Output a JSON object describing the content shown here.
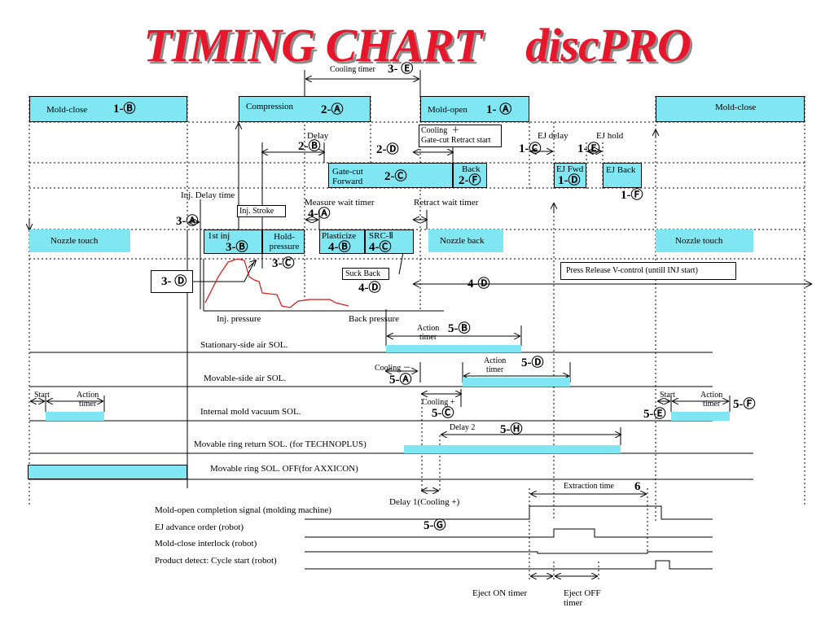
{
  "title": "TIMING CHART    discPRO",
  "blocks": {
    "mold_close_1": "Mold-close",
    "mold_close_1_code": "1-Ⓑ",
    "compression": "Compression",
    "compression_code": "2-Ⓐ",
    "mold_open": "Mold-open",
    "mold_open_code": "1- Ⓐ",
    "mold_close_2": "Mold-close",
    "cooling_gatecut": "Cooling  ＋\nGate-cut Retract start",
    "gate_cut_forward": "Gate-cut\nForward",
    "gate_cut_code": "2-Ⓒ",
    "back": "Back",
    "back_code": "2-Ⓕ",
    "ej_fwd": "EJ Fwd",
    "ej_fwd_code": "1-Ⓓ",
    "ej_back": "EJ Back",
    "first_inj": "1st inj",
    "first_inj_code": "3-Ⓑ",
    "hold_pressure": "Hold-\npressure",
    "plasticize": "Plasticize",
    "plasticize_code": "4-Ⓑ",
    "src": "SRC-Ⅱ",
    "src_code": "4-Ⓒ",
    "nozzle_touch_1": "Nozzle touch",
    "nozzle_back": "Nozzle back",
    "nozzle_touch_2": "Nozzle touch"
  },
  "labels": {
    "cooling_timer": "Cooling timer",
    "cooling_timer_code": "3- Ⓔ",
    "delay": "Delay",
    "delay_code": "2-Ⓑ",
    "code_2d": "2-Ⓓ",
    "ej_delay": "EJ delay",
    "ej_delay_code": "1-Ⓒ",
    "ej_hold": "EJ hold",
    "ej_hold_code": "1-Ⓔ",
    "code_1f": "1-Ⓕ",
    "inj_delay_time": "Inj. Delay time",
    "code_3a": "3-Ⓐ",
    "inj_stroke": "Inj. Stroke",
    "measure_wait_timer": "Measure wait timer",
    "code_4a": "4-Ⓐ",
    "retract_wait_timer": "Retract wait timer",
    "code_3c": "3-Ⓒ",
    "code_3d": "3- Ⓓ",
    "suck_back": "Suck Back",
    "code_4d": "4-Ⓓ",
    "press_release": "Press Release V-control (untill INJ start)",
    "code_4d_2": "4-Ⓓ",
    "inj_pressure": "Inj. pressure",
    "back_pressure": "Back pressure",
    "action_timer_5b": "Action\ntimer",
    "code_5b": "5-Ⓑ",
    "stationary_air": "Stationary-side air SOL.",
    "cooling_minus": "Cooling －",
    "code_5a": "5-Ⓐ",
    "action_timer_5d": "Action\ntimer",
    "code_5d": "5-Ⓓ",
    "movable_air": "Movable-side air SOL.",
    "start_1": "Start",
    "action_timer_1": "Action\ntimer",
    "cooling_plus": "Cooling +",
    "code_5c": "5-Ⓒ",
    "internal_vacuum": "Internal mold vacuum SOL.",
    "start_2": "Start",
    "action_timer_2": "Action\ntimer",
    "code_5f": "5-Ⓕ",
    "code_5e": "5-Ⓔ",
    "delay_2": "Delay 2",
    "code_5h": "5-Ⓗ",
    "movable_ring_return": "Movable ring return SOL. (for TECHNOPLUS)",
    "movable_ring_off": "Movable ring SOL. OFF(for AXXICON)",
    "extraction_time": "Extraction time",
    "code_6": "6",
    "delay_1": "Delay 1(Cooling +)",
    "mold_open_signal": "Mold-open completion signal (molding machine)",
    "ej_advance": "EJ advance order (robot)",
    "code_5g": "5-Ⓖ",
    "mold_close_interlock": "Mold-close interlock (robot)",
    "product_detect": "Product detect: Cycle start (robot)",
    "eject_on_timer": "Eject ON timer",
    "eject_off_timer": "Eject OFF\ntimer"
  },
  "colors": {
    "title": "#e8162b",
    "block_fill": "#7fe6f2",
    "pressure_curve": "#e01010"
  }
}
